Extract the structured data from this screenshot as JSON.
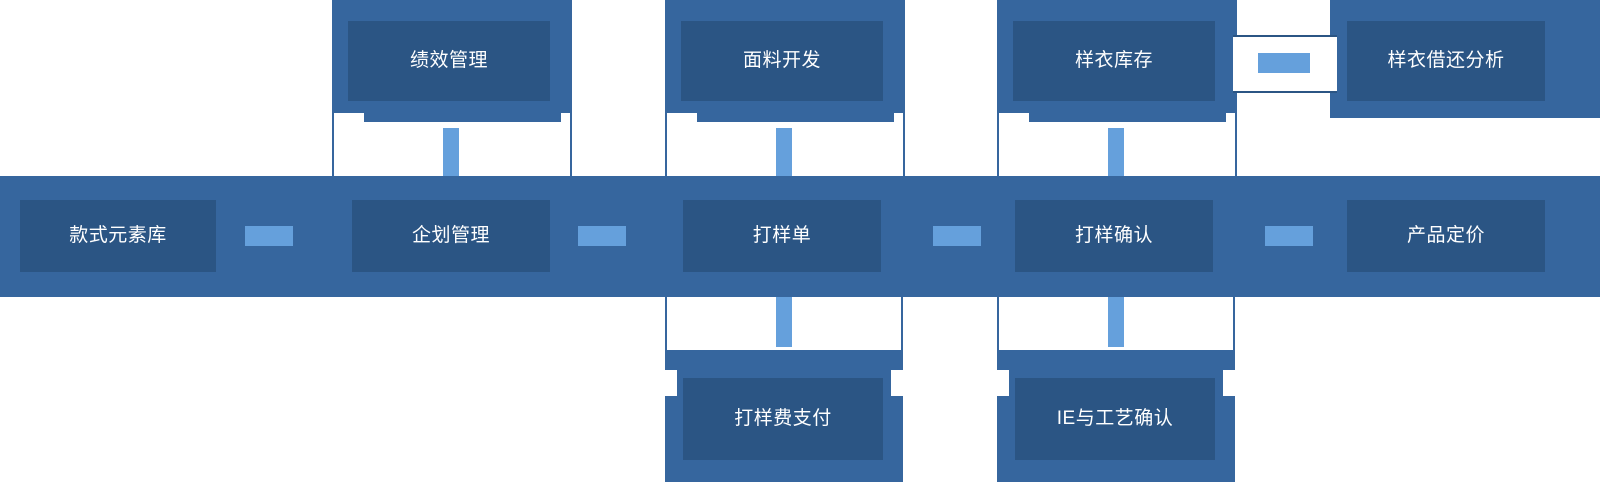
{
  "diagram": {
    "type": "process-flow",
    "title": "",
    "colors": {
      "band": "#36669E",
      "group": "#36669E",
      "node": "#2B5584",
      "connector": "#65A0DC",
      "canvas": "#ffffff",
      "node_text": "#FFFFFF"
    },
    "main_band": {
      "label": "main-process-band",
      "nodes": [
        {
          "id": "style-element-library",
          "label": "款式元素库"
        },
        {
          "id": "planning-management",
          "label": "企划管理"
        },
        {
          "id": "sample-order",
          "label": "打样单"
        },
        {
          "id": "sample-confirm",
          "label": "打样确认"
        },
        {
          "id": "product-pricing",
          "label": "产品定价"
        }
      ],
      "connectors": [
        {
          "id": "conn-1",
          "from": "style-element-library",
          "to": "planning-management"
        },
        {
          "id": "conn-2",
          "from": "planning-management",
          "to": "sample-order"
        },
        {
          "id": "conn-3",
          "from": "sample-order",
          "to": "sample-confirm"
        },
        {
          "id": "conn-4",
          "from": "sample-confirm",
          "to": "product-pricing"
        }
      ]
    },
    "top_row": {
      "label": "upstream-support-row",
      "nodes": [
        {
          "id": "performance-management",
          "label": "绩效管理",
          "links_to": "planning-management"
        },
        {
          "id": "fabric-development",
          "label": "面料开发",
          "links_to": "sample-order"
        },
        {
          "id": "sample-inventory",
          "label": "样衣库存",
          "links_to": "sample-confirm"
        },
        {
          "id": "sample-loan-analysis",
          "label": "样衣借还分析",
          "links_to": "sample-inventory"
        }
      ],
      "connectors": [
        {
          "id": "conn-top-1",
          "direction": "vertical",
          "from": "performance-management",
          "to": "planning-management"
        },
        {
          "id": "conn-top-2",
          "direction": "vertical",
          "from": "fabric-development",
          "to": "sample-order"
        },
        {
          "id": "conn-top-3",
          "direction": "vertical",
          "from": "sample-inventory",
          "to": "sample-confirm"
        },
        {
          "id": "conn-top-4",
          "direction": "horizontal",
          "from": "sample-inventory",
          "to": "sample-loan-analysis"
        }
      ]
    },
    "bottom_row": {
      "label": "downstream-support-row",
      "nodes": [
        {
          "id": "sample-fee-payment",
          "label": "打样费支付",
          "links_to": "sample-order"
        },
        {
          "id": "ie-process-confirm",
          "label": "IE与工艺确认",
          "links_to": "sample-confirm"
        }
      ],
      "connectors": [
        {
          "id": "conn-bottom-1",
          "direction": "vertical",
          "from": "sample-order",
          "to": "sample-fee-payment"
        },
        {
          "id": "conn-bottom-2",
          "direction": "vertical",
          "from": "sample-confirm",
          "to": "ie-process-confirm"
        }
      ]
    }
  }
}
